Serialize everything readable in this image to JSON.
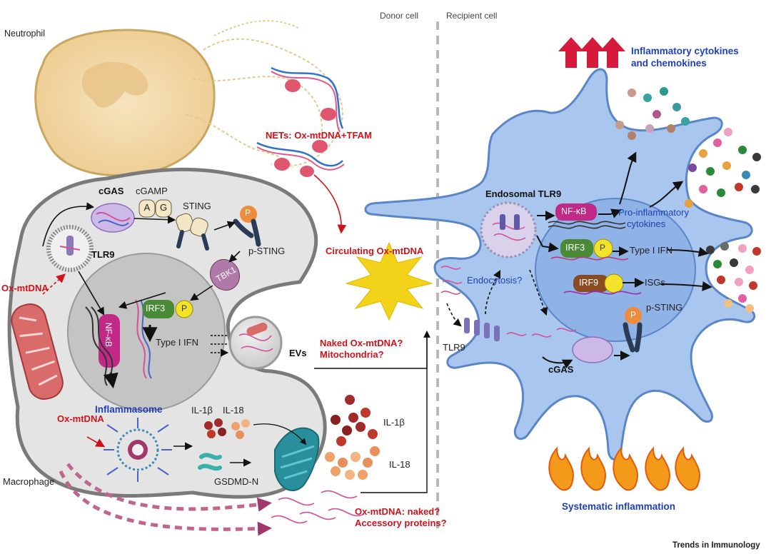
{
  "header": {
    "donor_cell": "Donor cell",
    "recipient_cell": "Recipient cell"
  },
  "neutrophil": {
    "title": "Neutrophil",
    "nets": "NETs: Ox-mtDNA+TFAM"
  },
  "macrophage": {
    "title": "Macrophage",
    "cgas": "cGAS",
    "cgamp": "cGAMP",
    "sting": "STING",
    "p_sting": "p-STING",
    "tbk1": "TBK1",
    "tlr9": "TLR9",
    "ox_mtdna_1": "Ox-mtDNA",
    "ox_mtdna_2": "Ox-mtDNA",
    "nfkb": "NF-κB",
    "irf3": "IRF3",
    "p": "P",
    "type1_ifn": "Type I IFN",
    "evs": "EVs",
    "inflammasome": "Inflammasome",
    "il1b_inner": "IL-1β",
    "il18_inner": "IL-18",
    "gsdmd": "GSDMD-N",
    "nucleotide_a": "A",
    "nucleotide_g": "G"
  },
  "middle": {
    "circulating": "Circulating Ox-mtDNA",
    "naked_1": "Naked Ox-mtDNA?",
    "naked_2": "Mitochondria?",
    "il1b_outer": "IL-1β",
    "il18_outer": "IL-18",
    "naked_q1": "Ox-mtDNA: naked?",
    "naked_q2": "Accessory proteins?"
  },
  "recipient": {
    "cytokines_1": "Inflammatory cytokines",
    "cytokines_2": "and chemokines",
    "endosomal_tlr9": "Endosomal TLR9",
    "nfkb": "NF-κB",
    "pro_inflam_1": "Pro-inflammatory",
    "pro_inflam_2": "cytokines",
    "irf3": "IRF3",
    "p": "P",
    "type1_ifn": "Type I IFN",
    "irf9": "IRF9",
    "isgs": "ISGs",
    "endocytosis": "Endocytosis?",
    "p_sting": "p-STING",
    "tlr9": "TLR9",
    "cgas": "cGAS",
    "systemic": "Systematic inflammation"
  },
  "footer": {
    "journal": "Trends in Immunology"
  },
  "colors": {
    "red_label": "#d0121b",
    "blue_label": "#1f3fb5",
    "recipient_cell": "#a9c6ee",
    "macrophage": "#e3e3e3",
    "neutrophil": "#f4dcae",
    "nfkb": "#c02a86",
    "irf3": "#4a8a36",
    "irf9": "#8a4a22",
    "phospho": "#f2e22a",
    "burst": "#f3d21a"
  }
}
